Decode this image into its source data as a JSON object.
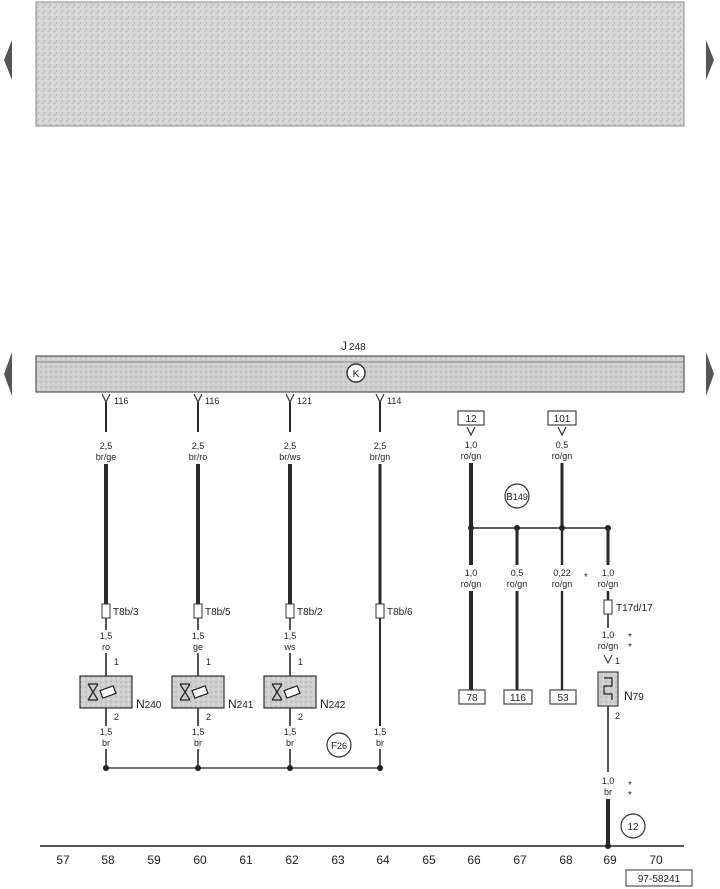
{
  "control_unit": {
    "name": "J",
    "subscript": "248",
    "ground_symbol": "K"
  },
  "pin_labels": [
    "116",
    "116",
    "121",
    "114"
  ],
  "wires_left": [
    {
      "size": "2,5",
      "color": "br/ge"
    },
    {
      "size": "2,5",
      "color": "br/ro"
    },
    {
      "size": "2,5",
      "color": "br/ws"
    },
    {
      "size": "2,5",
      "color": "br/gn"
    }
  ],
  "connectors_left": [
    "T8b/3",
    "T8b/5",
    "T8b/2",
    "T8b/6"
  ],
  "wires_lower": [
    {
      "size": "1,5",
      "color": "ro"
    },
    {
      "size": "1,5",
      "color": "ge"
    },
    {
      "size": "1,5",
      "color": "ws"
    }
  ],
  "valves": [
    {
      "name": "N",
      "subscript": "240"
    },
    {
      "name": "N",
      "subscript": "241"
    },
    {
      "name": "N",
      "subscript": "242"
    }
  ],
  "pin_numbers": {
    "top": "1",
    "bottom": "2"
  },
  "ground_wires": [
    {
      "size": "1,5",
      "color": "br"
    },
    {
      "size": "1,5",
      "color": "br"
    },
    {
      "size": "1,5",
      "color": "br"
    },
    {
      "size": "1,5",
      "color": "br"
    }
  ],
  "ground_point_f": {
    "name": "F",
    "subscript": "26"
  },
  "right_top_refs": [
    "12",
    "101"
  ],
  "right_top_wires": [
    {
      "size": "1,0",
      "color": "ro/gn"
    },
    {
      "size": "0,5",
      "color": "ro/gn"
    }
  ],
  "connector_b": {
    "name": "B",
    "subscript": "149"
  },
  "right_branch_wires": [
    {
      "size": "1,0",
      "color": "ro/gn"
    },
    {
      "size": "0,5",
      "color": "ro/gn"
    },
    {
      "size": "0,22",
      "color": "ro/gn"
    },
    {
      "size": "1,0",
      "color": "ro/gn"
    }
  ],
  "asterisk": "*",
  "connector_t17": "T17d/17",
  "n79_wire": {
    "size": "1,0",
    "color": "ro/gn"
  },
  "n79": {
    "name": "N",
    "subscript": "79"
  },
  "bottom_refs": [
    "78",
    "116",
    "53"
  ],
  "n79_ground_wire": {
    "size": "1,0",
    "color": "br"
  },
  "ground_point_12": "12",
  "ruler": [
    "57",
    "58",
    "59",
    "60",
    "61",
    "62",
    "63",
    "64",
    "65",
    "66",
    "67",
    "68",
    "69",
    "70"
  ],
  "diagram_id": "97-58241"
}
